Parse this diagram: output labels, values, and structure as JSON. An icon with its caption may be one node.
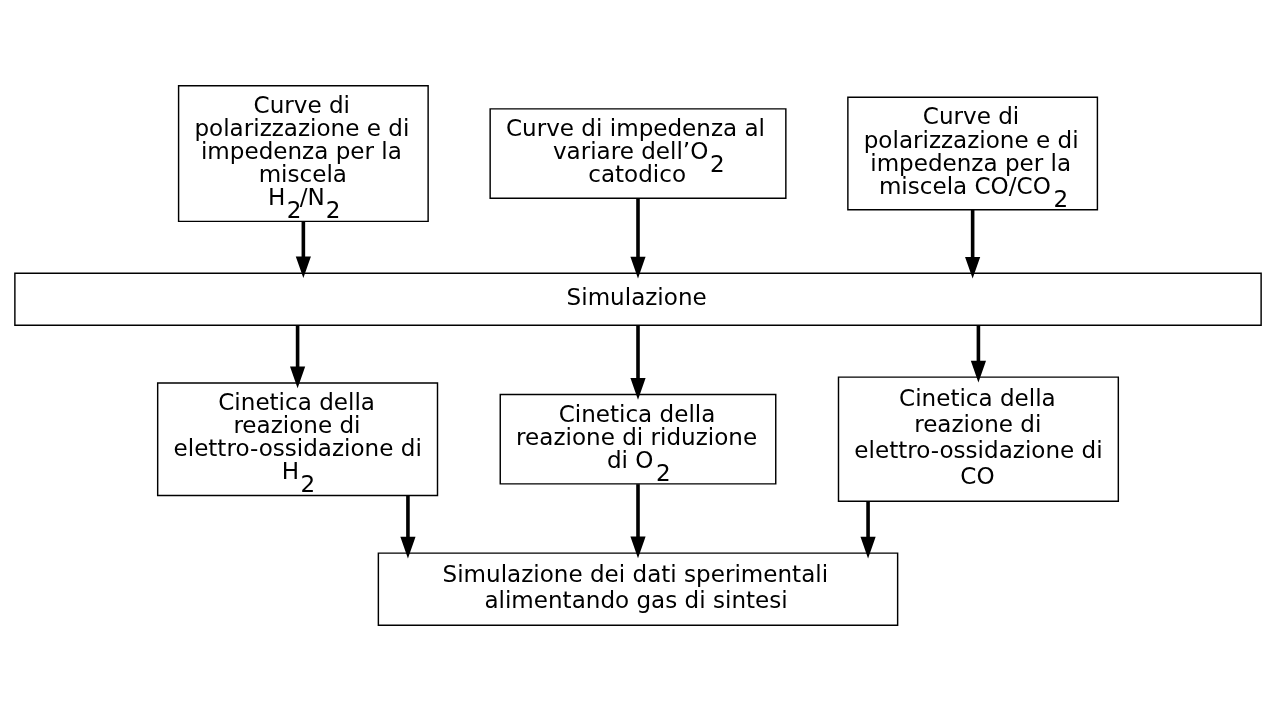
{
  "diagram": {
    "nodes": [
      {
        "text": [
          "Curve di polarizzazione e di impedenza per la miscela H$_{2}$/N$_{2}$"
        ]
      },
      {
        "text": [
          "Curve di impedenza al variare dell’O$_{2}$ catodico"
        ]
      },
      {
        "text": [
          "Curve di polarizzazione e di impedenza per la miscela CO/CO$_{2}$"
        ]
      },
      {
        "text": [
          "Simulazione"
        ]
      },
      {
        "text": [
          "Cinetica della reazione di elettro-ossidazione di H$_{2}$"
        ]
      },
      {
        "text": [
          "Cinetica della reazione di riduzione di O$_{2}$"
        ]
      },
      {
        "text": [
          "Cinetica della reazione di elettro-ossidazione di CO"
        ]
      },
      {
        "text": [
          "Simulazione dei dati sperimentali alimentando gas di sintesi"
        ]
      }
    ],
    "edges": [
      {
        "from": 0,
        "to": 3,
        "arrow": "to"
      },
      {
        "from": 1,
        "to": 3,
        "arrow": "to"
      },
      {
        "from": 2,
        "to": 3,
        "arrow": "to"
      },
      {
        "from": 3,
        "to": 4,
        "arrow": "to"
      },
      {
        "from": 3,
        "to": 5,
        "arrow": "to"
      },
      {
        "from": 3,
        "to": 6,
        "arrow": "to"
      },
      {
        "from": 4,
        "to": 7,
        "arrow": "to"
      },
      {
        "from": 5,
        "to": 7,
        "arrow": "to"
      },
      {
        "from": 6,
        "to": 7,
        "arrow": "to"
      }
    ]
  }
}
